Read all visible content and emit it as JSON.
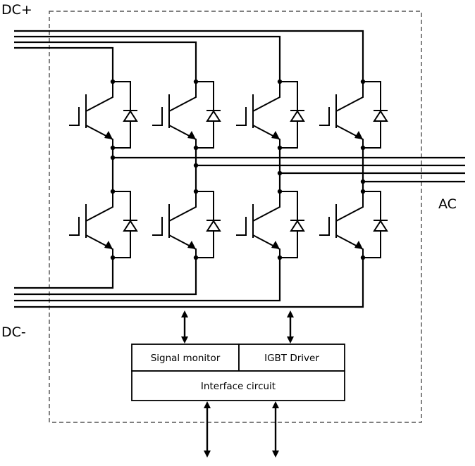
{
  "labels": {
    "dc_plus": "DC+",
    "dc_minus": "DC-",
    "ac": "AC"
  },
  "blocks": {
    "signal_monitor": "Signal monitor",
    "igbt_driver": "IGBT Driver",
    "interface_circuit": "Interface circuit"
  },
  "module": {
    "phase_legs": 4,
    "switches_per_leg": 2
  },
  "colors": {
    "line": "#000000",
    "background": "#ffffff",
    "boundary": "#333333"
  }
}
